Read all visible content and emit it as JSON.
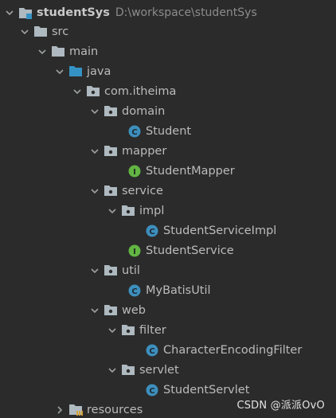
{
  "project": {
    "name": "studentSys",
    "path": "D:\\workspace\\studentSys"
  },
  "tree": {
    "src": "src",
    "main": "main",
    "java": "java",
    "package": "com.itheima",
    "domain": "domain",
    "student": "Student",
    "mapper": "mapper",
    "student_mapper": "StudentMapper",
    "service": "service",
    "impl": "impl",
    "student_service_impl": "StudentServiceImpl",
    "student_service": "StudentService",
    "util": "util",
    "mybatis_util": "MyBatisUtil",
    "web": "web",
    "filter": "filter",
    "character_encoding_filter": "CharacterEncodingFilter",
    "servlet": "servlet",
    "student_servlet": "StudentServlet",
    "resources": "resources"
  },
  "watermark": "CSDN @派派OvO",
  "colors": {
    "background": "#2b2b2b",
    "text": "#bbbbbb",
    "folder_gray": "#aeb9c0",
    "folder_blue": "#3592c4",
    "class_blue": "#3d8fbd",
    "interface_green": "#62b543"
  },
  "icons": {
    "module": "module-folder-icon",
    "folder": "folder-icon",
    "source_folder": "source-folder-icon",
    "package": "package-icon",
    "class": "class-icon",
    "interface": "interface-icon",
    "resources": "resources-folder-icon"
  }
}
